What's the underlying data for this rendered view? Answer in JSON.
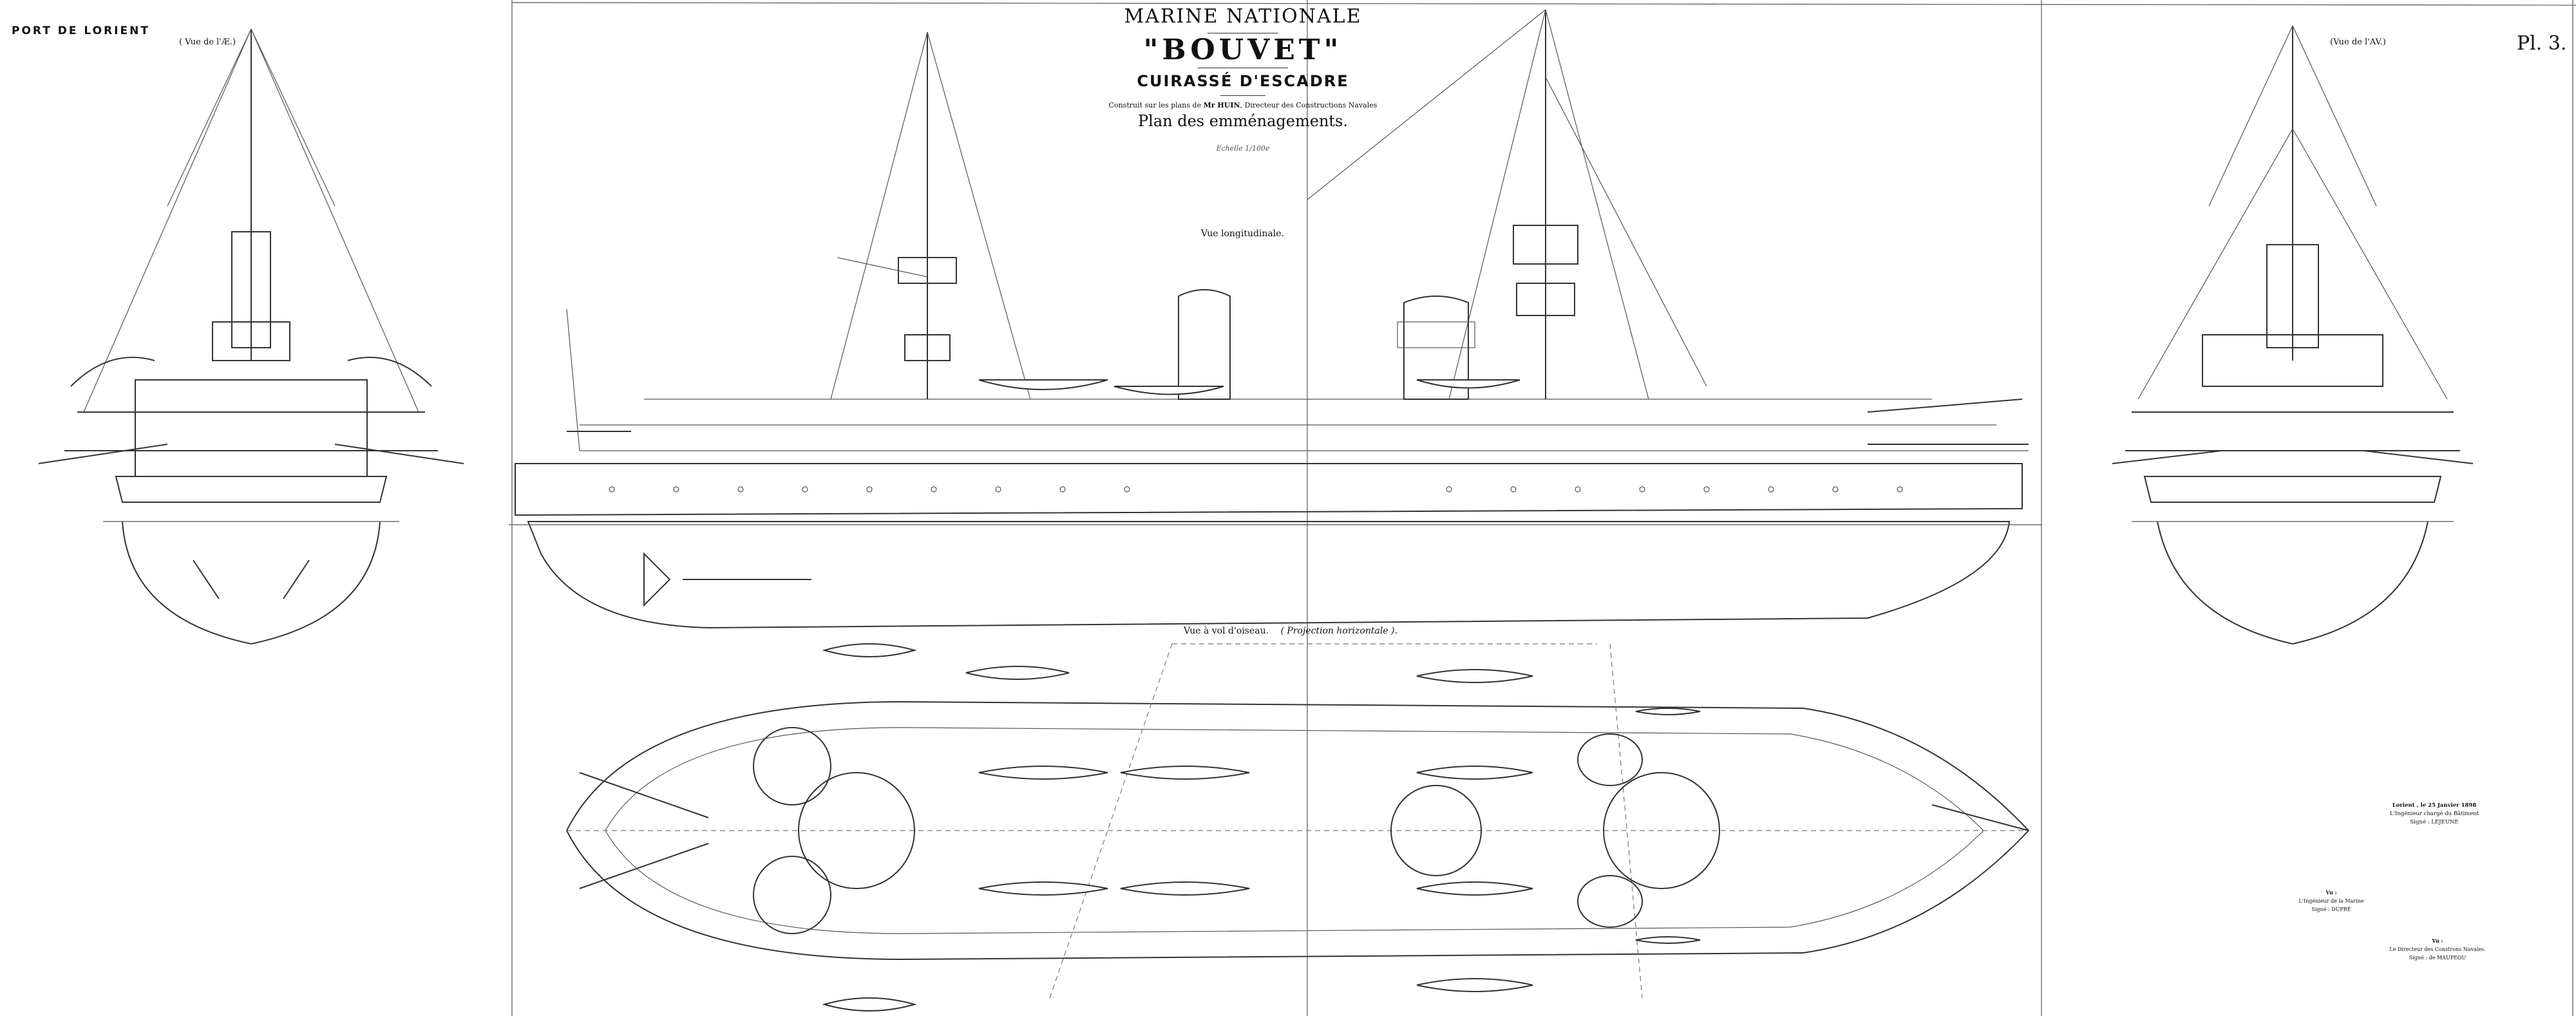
{
  "header": {
    "port": "PORT DE LORIENT",
    "plate": "Pl. 3.",
    "authority": "MARINE NATIONALE",
    "ship_name": "\"BOUVET\"",
    "ship_type": "CUIRASSÉ D'ESCADRE",
    "construction_prefix": "Construit sur les plans de",
    "designer": "Mr HUIN",
    "construction_suffix": ", Directeur des Constructions Navales",
    "plan_title": "Plan des emménagements.",
    "scale": "Echelle 1/100e"
  },
  "views": {
    "stern": "( Vue de l'Æ.)",
    "bow": "(Vue de l'AV.)",
    "longitudinal": "Vue longitudinale.",
    "plan": "Vue à vol d'oiseau.",
    "plan_sub": "( Projection horizontale )."
  },
  "signatures": {
    "place_date": "Lorient , le 25 Janvier 1898",
    "engineer_title": "L'Ingénieur chargé du Bâtiment",
    "engineer_sign": "Signé : LEJEUNE",
    "vu1": "Vu :",
    "marine_title": "L'Ingénieur de la Marine",
    "marine_sign": "Signé : DUPRÉ",
    "vu2": "Vu :",
    "director_title": "Le Directeur des Constrons Navales.",
    "director_sign": "Signé : de MAUPEOU"
  }
}
